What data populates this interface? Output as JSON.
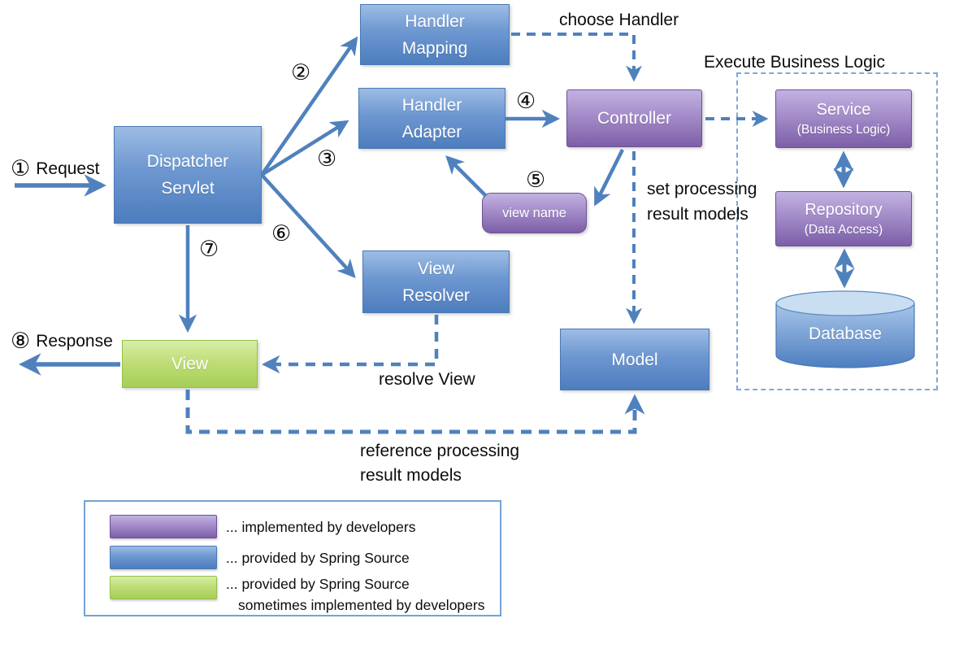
{
  "colors": {
    "arrow": "#4F81BD",
    "blue_top": "#9DBCE4",
    "blue_bottom": "#4D7DBE",
    "purple_top": "#C2B2E2",
    "purple_bottom": "#7C5EA7",
    "green_top": "#D9EDA6",
    "green_bottom": "#A6CE57"
  },
  "nodes": {
    "handler_mapping": {
      "lines": [
        "Handler",
        "Mapping"
      ]
    },
    "handler_adapter": {
      "lines": [
        "Handler",
        "Adapter"
      ]
    },
    "dispatcher_servlet": {
      "lines": [
        "Dispatcher",
        "Servlet"
      ]
    },
    "controller": {
      "label": "Controller"
    },
    "view_name": {
      "label": "view name"
    },
    "view_resolver": {
      "lines": [
        "View",
        "Resolver"
      ]
    },
    "view": {
      "label": "View"
    },
    "model": {
      "label": "Model"
    },
    "service": {
      "label": "Service",
      "sublabel": "(Business Logic)"
    },
    "repository": {
      "label": "Repository",
      "sublabel": "(Data Access)"
    },
    "database": {
      "label": "Database"
    }
  },
  "annotations": {
    "request": {
      "num": "①",
      "label": "Request"
    },
    "response": {
      "num": "⑧",
      "label": "Response"
    },
    "step2": "②",
    "step3": "③",
    "step4": "④",
    "step5": "⑤",
    "step6": "⑥",
    "step7": "⑦",
    "choose_handler": "choose Handler",
    "execute_business_logic": "Execute Business Logic",
    "set_processing": {
      "line1": "set processing",
      "line2": "result models"
    },
    "resolve_view": "resolve View",
    "reference": {
      "line1": "reference processing",
      "line2": "result models"
    }
  },
  "legend": {
    "items": [
      {
        "swatch": "purple",
        "text": "... implemented by developers"
      },
      {
        "swatch": "blue",
        "text": "... provided by Spring Source"
      },
      {
        "swatch": "green",
        "text": "... provided by Spring Source",
        "text2": "sometimes implemented by developers"
      }
    ]
  }
}
